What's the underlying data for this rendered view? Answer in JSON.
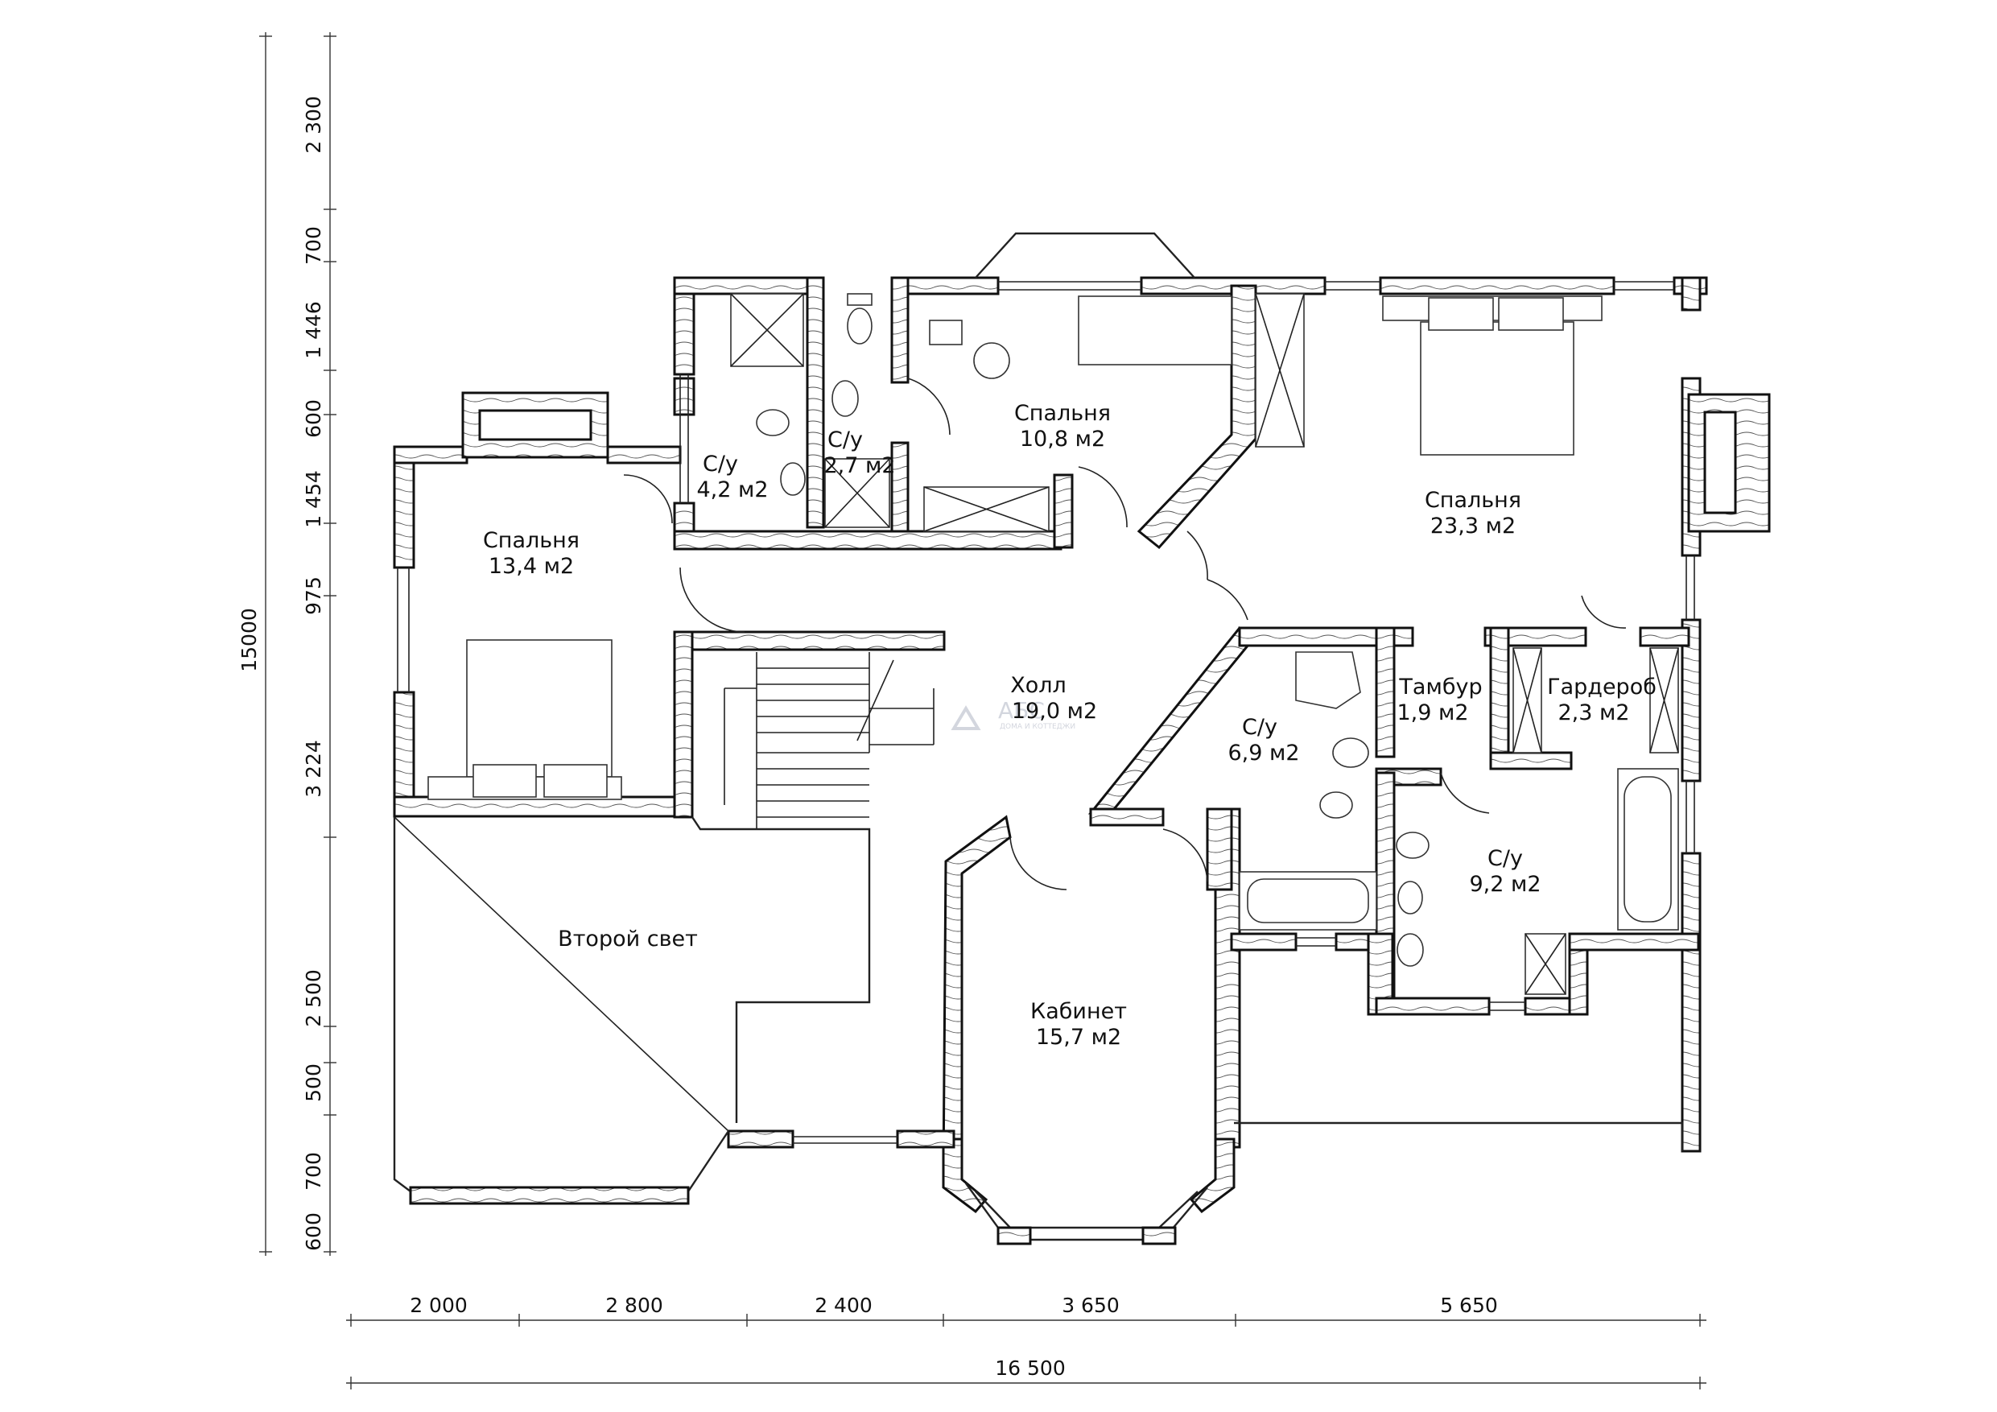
{
  "rooms": {
    "bedroom_left": {
      "name": "Спальня",
      "area": "13,4 м2"
    },
    "bath_1": {
      "name": "С/у",
      "area": "4,2 м2"
    },
    "bath_2": {
      "name": "С/у",
      "area": "2,7 м2"
    },
    "bedroom_top": {
      "name": "Спальня",
      "area": "10,8 м2"
    },
    "bedroom_right": {
      "name": "Спальня",
      "area": "23,3 м2"
    },
    "hall": {
      "name": "Холл",
      "area": "19,0 м2"
    },
    "bath_3": {
      "name": "С/у",
      "area": "6,9 м2"
    },
    "vestibule": {
      "name": "Тамбур",
      "area": "1,9 м2"
    },
    "wardrobe": {
      "name": "Гардероб",
      "area": "2,3 м2"
    },
    "bath_4": {
      "name": "С/у",
      "area": "9,2 м2"
    },
    "second_light": {
      "name": "Второй свет"
    },
    "study": {
      "name": "Кабинет",
      "area": "15,7 м2"
    }
  },
  "logo": {
    "text": "АБС",
    "subtitle": "ДОМА И КОТТЕДЖИ"
  },
  "dimensions": {
    "bottom": [
      "2 000",
      "2 800",
      "2 400",
      "3 650",
      "5 650"
    ],
    "total_width": "16 500",
    "left": [
      "2 300",
      "700",
      "1 446",
      "600",
      "1 454",
      "975",
      "3 224",
      "2 500",
      "500",
      "700",
      "600"
    ],
    "total_height": "15000"
  },
  "colors": {
    "line": "#111111",
    "background": "#ffffff",
    "wall_fill": "#ffffff",
    "logo": "#c9ccd6"
  }
}
